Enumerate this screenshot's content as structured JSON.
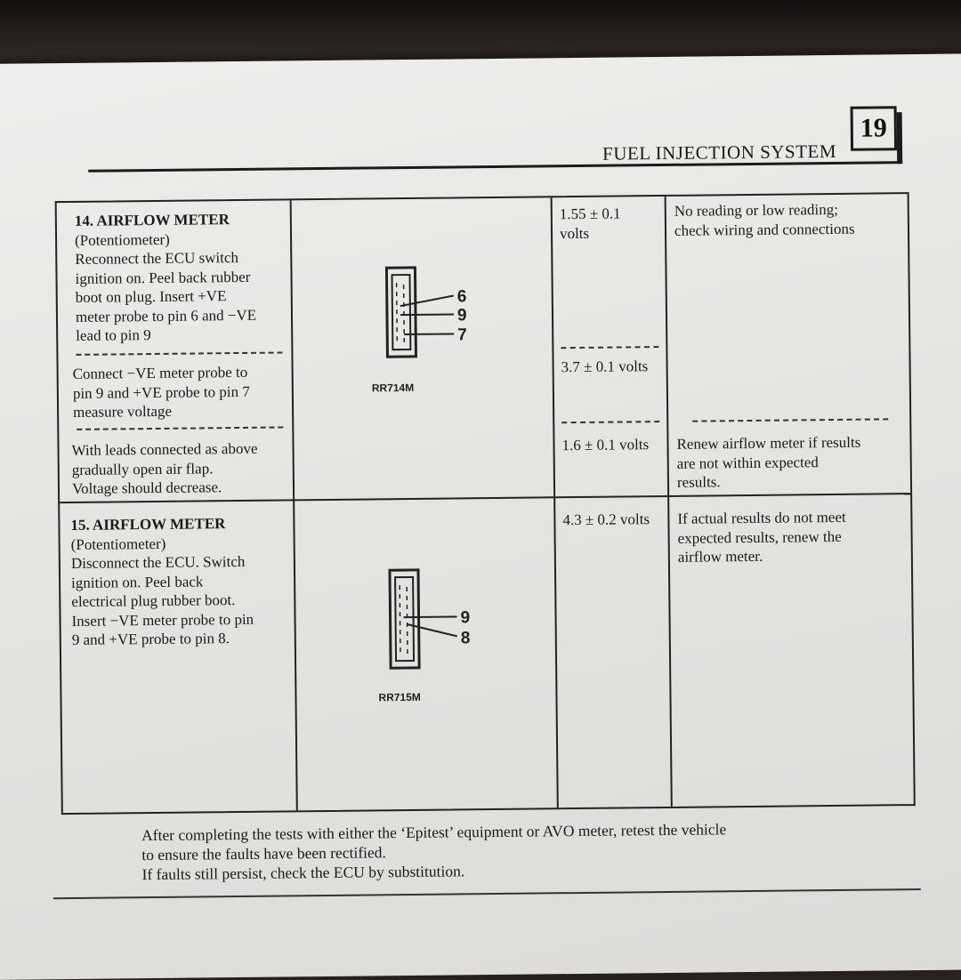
{
  "header": {
    "section_title": "FUEL INJECTION SYSTEM",
    "page_number": "19"
  },
  "tests": [
    {
      "procedure": {
        "title": "14. AIRFLOW METER",
        "subtitle": "(Potentiometer)",
        "step1": [
          "Reconnect the ECU switch",
          "ignition on. Peel back rubber",
          "boot on plug. Insert +VE",
          "meter probe to pin 6 and −VE",
          "lead to pin 9"
        ],
        "step2": [
          "Connect −VE meter probe to",
          "pin 9 and +VE probe to pin 7",
          "measure voltage"
        ],
        "step3": [
          "With leads connected as above",
          "gradually open air flap.",
          "Voltage should decrease."
        ]
      },
      "figure": {
        "label": "RR714M",
        "pins": [
          "6",
          "9",
          "7"
        ]
      },
      "results": [
        "1.55 ± 0.1",
        "volts",
        "3.7 ± 0.1 volts",
        "1.6 ± 0.1 volts"
      ],
      "remedy": {
        "first": [
          "No reading or low reading;",
          "check wiring and connections"
        ],
        "last": [
          "Renew airflow meter if results",
          "are not within expected",
          "results."
        ]
      }
    },
    {
      "procedure": {
        "title": "15. AIRFLOW METER",
        "subtitle": "(Potentiometer)",
        "step1": [
          "Disconnect the ECU. Switch",
          "ignition on. Peel back",
          "electrical plug rubber boot.",
          "Insert −VE meter probe to pin",
          "9 and +VE probe to pin 8."
        ]
      },
      "figure": {
        "label": "RR715M",
        "pins": [
          "9",
          "8"
        ]
      },
      "results": [
        "4.3 ± 0.2 volts"
      ],
      "remedy": {
        "first": [
          "If actual results do not meet",
          "expected results, renew the",
          "airflow meter."
        ]
      }
    }
  ],
  "footer": {
    "lines": [
      "After completing the tests with either the ‘Epitest’ equipment or AVO meter, retest the vehicle",
      "to ensure the faults have been rectified.",
      "If faults still persist, check the ECU by substitution."
    ]
  }
}
